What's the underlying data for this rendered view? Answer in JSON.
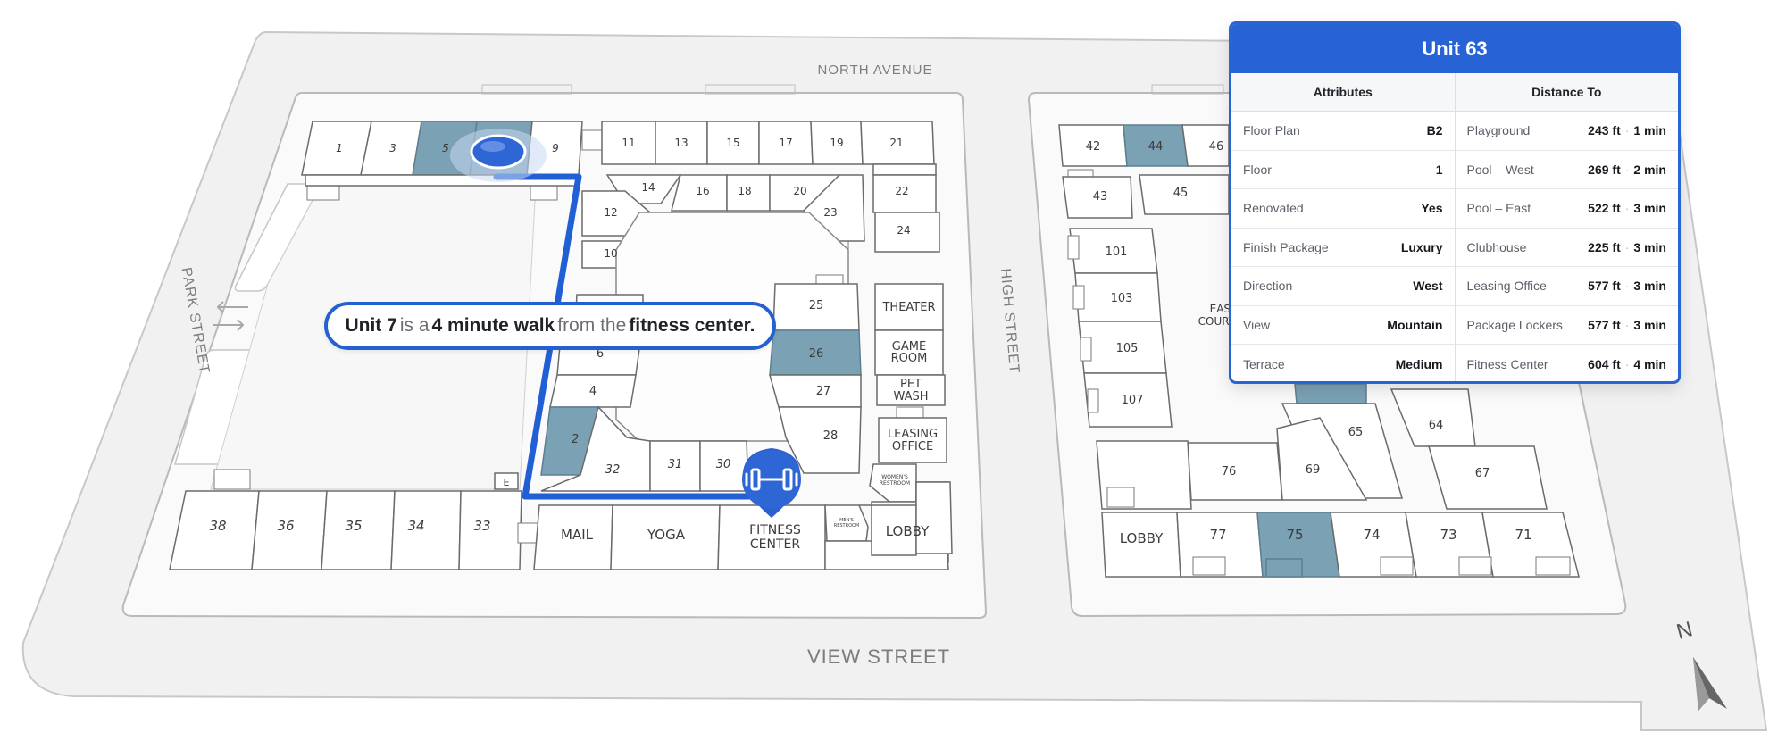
{
  "streets": {
    "north": "NORTH AVENUE",
    "park": "PARK STREET",
    "high": "HIGH STREET",
    "view": "VIEW STREET"
  },
  "compass_label": "N",
  "callout": {
    "unit": "Unit 7",
    "t1": "is a",
    "duration": "4 minute walk",
    "t2": "from the",
    "place": "fitness center."
  },
  "panel": {
    "title": "Unit 63",
    "col_attributes": "Attributes",
    "col_distance": "Distance To",
    "attributes": [
      {
        "label": "Floor Plan",
        "value": "B2"
      },
      {
        "label": "Floor",
        "value": "1"
      },
      {
        "label": "Renovated",
        "value": "Yes"
      },
      {
        "label": "Finish Package",
        "value": "Luxury"
      },
      {
        "label": "Direction",
        "value": "West"
      },
      {
        "label": "View",
        "value": "Mountain"
      },
      {
        "label": "Terrace",
        "value": "Medium"
      }
    ],
    "distances": [
      {
        "label": "Playground",
        "distance": "243 ft",
        "time": "1 min"
      },
      {
        "label": "Pool – West",
        "distance": "269 ft",
        "time": "2 min"
      },
      {
        "label": "Pool – East",
        "distance": "522 ft",
        "time": "3 min"
      },
      {
        "label": "Clubhouse",
        "distance": "225 ft",
        "time": "3 min"
      },
      {
        "label": "Leasing Office",
        "distance": "577 ft",
        "time": "3 min"
      },
      {
        "label": "Package Lockers",
        "distance": "577 ft",
        "time": "3 min"
      },
      {
        "label": "Fitness Center",
        "distance": "604 ft",
        "time": "4 min"
      }
    ]
  },
  "map": {
    "units_top_left": [
      "1",
      "3",
      "5",
      "9"
    ],
    "units_top_row": [
      "11",
      "13",
      "15",
      "17",
      "19",
      "21"
    ],
    "units_inner_top": [
      "14",
      "16",
      "18",
      "20",
      "23",
      "12",
      "10"
    ],
    "units_right_col": [
      "22",
      "24"
    ],
    "units_center_right": [
      "25",
      "26",
      "27",
      "28"
    ],
    "units_center_left": [
      "6",
      "4",
      "2",
      "32",
      "31",
      "30"
    ],
    "units_bottom_left": [
      "38",
      "36",
      "35",
      "34",
      "33"
    ],
    "units_east_top": [
      "42",
      "44",
      "46",
      "43",
      "45"
    ],
    "units_east_left": [
      "101",
      "103",
      "105",
      "107"
    ],
    "units_east_center": [
      "65",
      "64",
      "67",
      "76",
      "69"
    ],
    "units_east_bottom": [
      "77",
      "75",
      "74",
      "73",
      "71"
    ],
    "amenities": {
      "theater": "THEATER",
      "game_room": [
        "GAME",
        "ROOM"
      ],
      "pet_wash": [
        "PET",
        "WASH"
      ],
      "leasing_office": [
        "LEASING",
        "OFFICE"
      ],
      "womens_restroom": [
        "WOMEN'S",
        "RESTROOM"
      ],
      "mens_restroom": [
        "MEN'S",
        "RESTROOM"
      ],
      "mail": "MAIL",
      "yoga": "YOGA",
      "fitness_center": [
        "FITNESS",
        "CENTER"
      ],
      "lobby_west": "LOBBY",
      "lobby_east": "LOBBY",
      "east_courtyard": [
        "EAST",
        "COURTY"
      ],
      "elevator": "E"
    }
  },
  "colors": {
    "route": "#2160d4",
    "highlight": "#7ba1b5",
    "panel_header": "#2763d5"
  },
  "icons": {
    "fitness": "dumbbell-icon",
    "unit_marker": "location-dot-icon",
    "compass": "north-arrow-icon"
  }
}
